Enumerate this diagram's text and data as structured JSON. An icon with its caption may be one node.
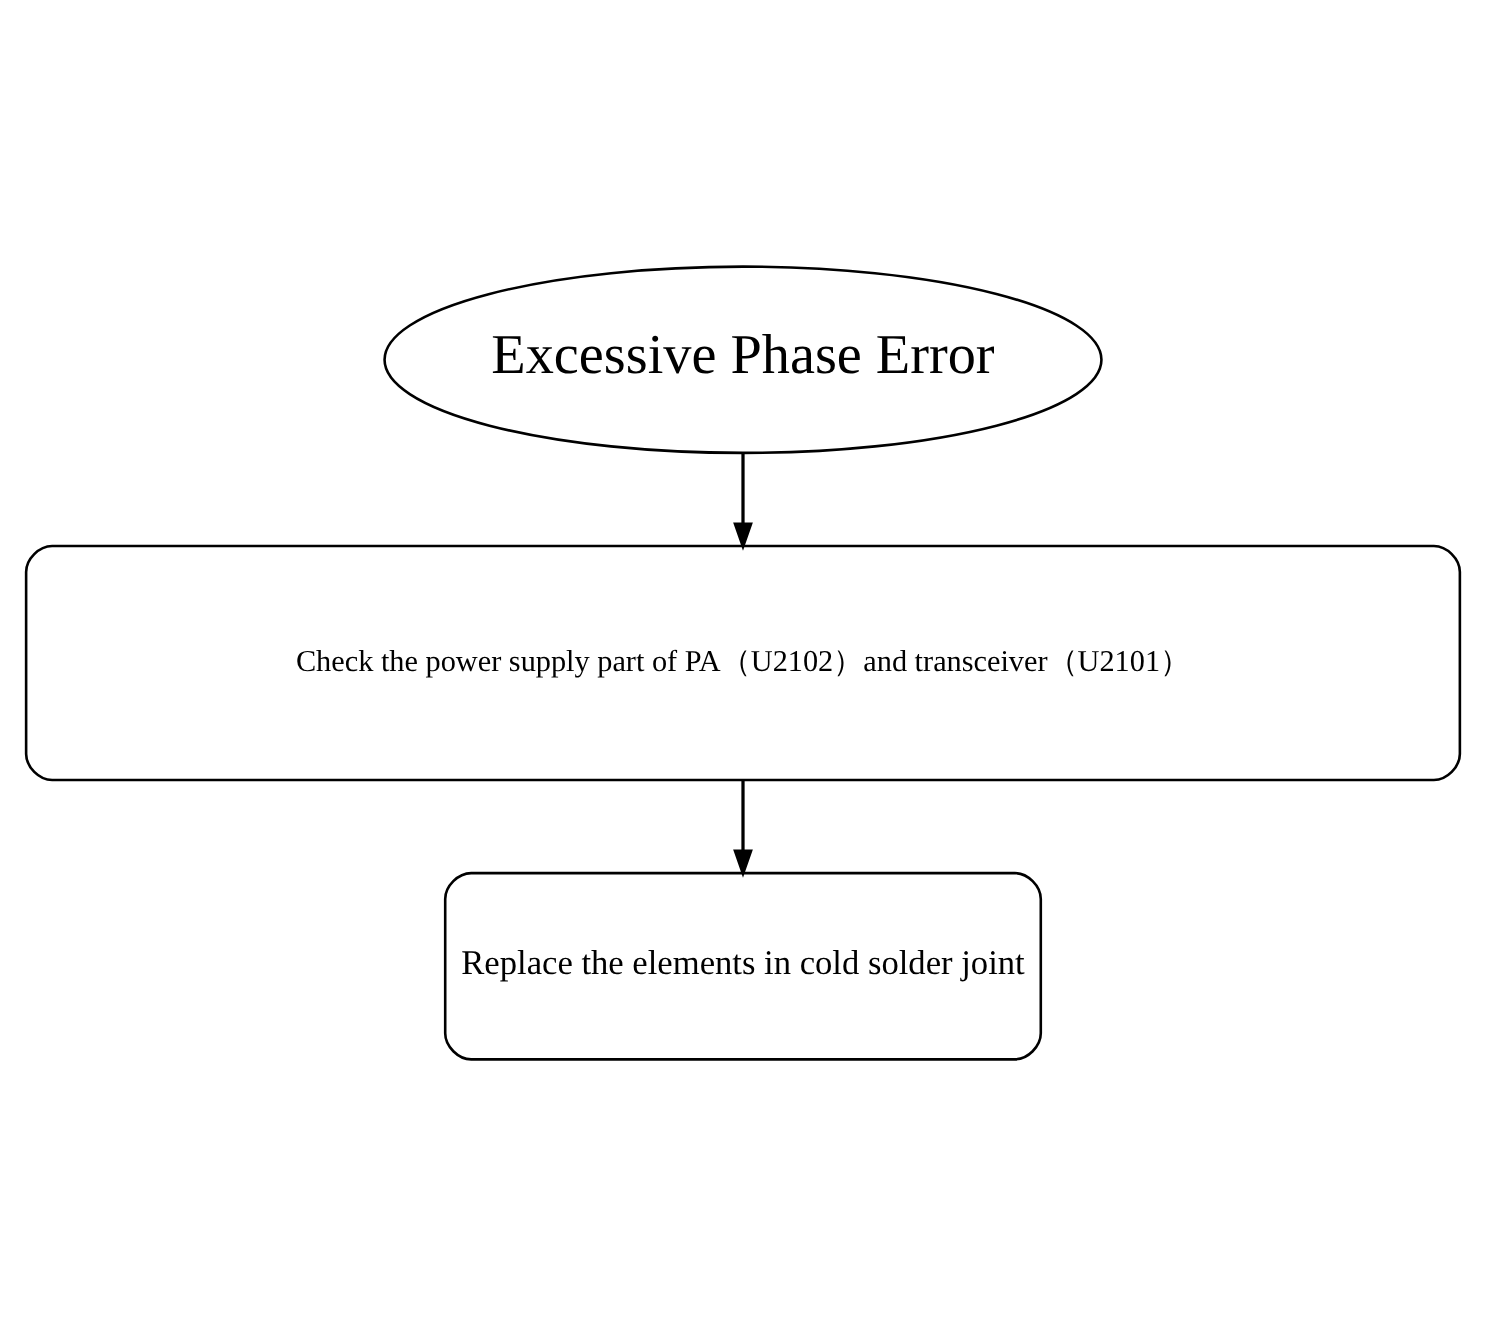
{
  "diagram": {
    "nodes": [
      {
        "text": [
          "Excessive Phase Error"
        ]
      },
      {
        "text": [
          "Check the power supply part of PA（U2102）and transceiver（U2101）"
        ]
      },
      {
        "text": [
          "Replace the elements in cold solder joint"
        ]
      }
    ],
    "edges": [
      {
        "from": 0,
        "to": 1,
        "arrow": "to"
      },
      {
        "from": 1,
        "to": 2,
        "arrow": "to"
      }
    ]
  }
}
